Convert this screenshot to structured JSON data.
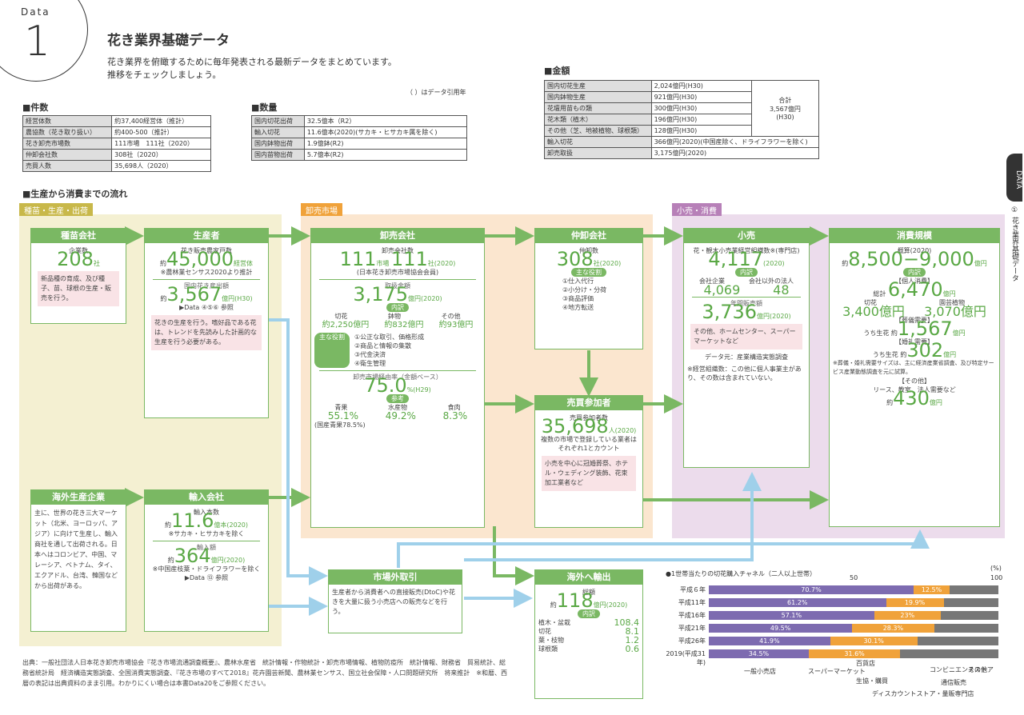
{
  "header": {
    "data_label": "Data",
    "data_number": "1",
    "title": "花き業界基礎データ",
    "intro1": "花き業界を俯瞰するために毎年発表される最新データをまとめています。",
    "intro2": "推移をチェックしましょう。",
    "note": "（ ）はデータ引用年"
  },
  "counts": {
    "title": "■件数",
    "rows": [
      [
        "経営体数",
        "約37,400経営体（推計）"
      ],
      [
        "農協数（花き取り扱い）",
        "約400-500（推計）"
      ],
      [
        "花き卸売市場数",
        "111市場　111社（2020）"
      ],
      [
        "仲卸会社数",
        "308社（2020）"
      ],
      [
        "売買人数",
        "35,698人（2020）"
      ]
    ]
  },
  "quantity": {
    "title": "■数量",
    "rows": [
      [
        "国内切花出荷",
        "32.5億本（R2）"
      ],
      [
        "輸入切花",
        "11.6億本(2020)(サカキ・ヒサカキ属を除く)"
      ],
      [
        "国内鉢物出荷",
        "1.9億鉢(R2)"
      ],
      [
        "国内苗物出荷",
        "5.7億本(R2)"
      ]
    ]
  },
  "amount": {
    "title": "■金額",
    "rows": [
      [
        "国内切花生産",
        "2,024億円(H30)"
      ],
      [
        "国内鉢物生産",
        "921億円(H30)"
      ],
      [
        "花壇用苗もの類",
        "300億円(H30)"
      ],
      [
        "花木類（植木）",
        "196億円(H30)"
      ],
      [
        "その他（芝、地被植物、球根類）",
        "128億円(H30)"
      ],
      [
        "輸入切花",
        "366億円(2020)(中国産除く、ドライフラワーを除く)"
      ],
      [
        "卸売取扱",
        "3,175億円(2020)"
      ]
    ],
    "total_label": "合計",
    "total_value": "3,567億円",
    "total_year": "(H30)"
  },
  "flow_title": "■生産から消費までの流れ",
  "stages": {
    "s1": "種苗・生産・出荷",
    "s2": "卸売市場",
    "s3": "小売・消費"
  },
  "boxes": {
    "seed": {
      "title": "種苗会社",
      "sub": "企業数",
      "num": "208",
      "unit": "社",
      "desc": "新品種の育成、及び種子、苗、球根の生産・販売を行う。"
    },
    "producer": {
      "title": "生産者",
      "sub": "花き販売農家戸数",
      "pre": "約",
      "num": "45,000",
      "unit": "経営体",
      "note": "※農林業センサス2020より推計",
      "sub2": "国内花き産出額",
      "pre2": "約",
      "num2": "3,567",
      "unit2": "億円(H30)",
      "ref": "▶Data ④⑤⑥ 参照",
      "desc": "花きの生産を行う。嗜好品である花は、トレンドを先読みした計画的な生産を行う必要がある。"
    },
    "wholesale": {
      "title": "卸売会社",
      "sub": "卸売会社数",
      "num": "111",
      "unit": "市場",
      "num_b": "111",
      "unit_b": "社(2020)",
      "note": "(日本花き卸売市場協会会員)",
      "sub2": "取扱金額",
      "num2": "3,175",
      "unit2": "億円(2020)",
      "inner": "内訳",
      "c1": "切花",
      "c2": "鉢物",
      "c3": "その他",
      "v1": "約2,250億円",
      "v2": "約832億円",
      "v3": "約93億円",
      "role": "主な役割",
      "roles": [
        "①公正な取引、価格形成",
        "②商品と情報の集散",
        "③代金決済",
        "④衛生管理"
      ],
      "sub3": "卸売市場経由率（金額ベース）",
      "num3": "75.0",
      "unit3": "%(H29)",
      "ref": "参考",
      "r1": "青果",
      "r2": "水産物",
      "r3": "食肉",
      "rv1": "55.1%",
      "rv2": "49.2%",
      "rv3": "8.3%",
      "rnote": "(国産青果78.5%)"
    },
    "middle": {
      "title": "仲卸会社",
      "sub": "仲卸数",
      "num": "308",
      "unit": "社(2020)",
      "role": "主な役割",
      "roles": [
        "①仕入代行",
        "②小分け・分荷",
        "③商品評価",
        "④地方転送"
      ]
    },
    "buyers": {
      "title": "売買参加者",
      "sub": "売買参加者数",
      "num": "35,698",
      "unit": "人(2020)",
      "note": "複数の市場で登録している業者はそれぞれ1とカウント",
      "desc": "小売を中心に冠婚葬祭、ホテル・ウェディング装飾、花束加工業者など"
    },
    "retail": {
      "title": "小売",
      "sub": "花・観木小売業経営組織数※(専門店)",
      "num": "4,117",
      "unit": "(2020)",
      "inner": "内訳",
      "c1": "会社企業",
      "c2": "会社以外の法人",
      "v1": "4,069",
      "v2": "48",
      "sub2": "年間販売額",
      "num2": "3,736",
      "unit2": "億円(2020)",
      "desc": "その他、ホームセンター、スーパーマーケットなど",
      "src": "データ元：産業構造実態調査",
      "note": "※経営組織数：この他に個人事業主があり、その数は含まれていない。"
    },
    "consume": {
      "title": "消費規模",
      "sub": "概算(2020)",
      "pre": "約",
      "num": "8,500−9,000",
      "unit": "億円",
      "inner": "内訳",
      "k1": "【個人消費】",
      "k1a": "総計",
      "k1v": "6,470",
      "k1u": "億円",
      "c1": "切花",
      "c2": "園芸植物",
      "v1": "3,400億円",
      "v2": "3,070億円",
      "k2": "【葬儀需要】",
      "k2a": "うち生花",
      "k2p": "約",
      "k2v": "1,567",
      "k2u": "億円",
      "k3": "【婚礼需要】",
      "k3a": "うち生花",
      "k3p": "約",
      "k3v": "302",
      "k3u": "億円",
      "k3note": "※葬儀・婚礼需要サイズは、主に経済産業省調査、及び特定サービス産業動態調査を元に試算。",
      "k4": "【その他】",
      "k4a": "リース、教室、法人需要など",
      "k4p": "約",
      "k4v": "430",
      "k4u": "億円"
    },
    "overseas": {
      "title": "海外生産企業",
      "desc": "主に、世界の花き三大マーケット（北米、ヨーロッパ、アジア）に向けて生産し、輸入商社を通して出荷される。日本へはコロンビア、中国、マレーシア、ベトナム、タイ、エクアドル、台湾、韓国などから出荷がある。"
    },
    "importer": {
      "title": "輸入会社",
      "sub": "輸入本数",
      "pre": "約",
      "num": "11.6",
      "unit": "億本(2020)",
      "note": "※サカキ・ヒサカキを除く",
      "sub2": "輸入額",
      "pre2": "約",
      "num2": "364",
      "unit2": "億円(2020)",
      "note2": "※中国産枝葉・ドライフラワーを除く",
      "ref": "▶Data ⑬ 参照"
    },
    "offmarket": {
      "title": "市場外取引",
      "desc": "生産者から消費者への直接販売(DtoC)や花きを大量に扱う小売店への販売などを行う。"
    },
    "export": {
      "title": "海外へ輸出",
      "sub": "総額",
      "pre": "約",
      "num": "118",
      "unit": "億円(2020)",
      "inner": "内訳",
      "c1": "植木・盆栽",
      "c2": "切花",
      "c3": "葉・枝物",
      "c4": "球根類",
      "v1": "108.4",
      "v2": "8.1",
      "v3": "1.2",
      "v4": "0.6",
      "u": "億円"
    }
  },
  "footer": "出典：一般社団法人日本花き卸売市場協会『花き市場流通調査概要』、農林水産省　統計情報・作物統計・卸売市場情報、植物防疫所　統計情報、財務省　貿易統計、総務省統計局　経済構造実態調査、全国消費実態調査、『花き市場のすべて2018』花卉園芸新聞、農林業センサス、国立社会保障・人口問題研究所　将来推計　※和暦、西暦の表記は出典資料のまま引用。わかりにくい場合は本書Data20をご参照ください。",
  "side": {
    "tab": "DATA",
    "text": "① 花き業界基礎データ"
  },
  "chart_data": {
    "type": "bar",
    "title": "●1世帯当たりの切花購入チャネル（二人以上世帯）",
    "unit": "(%)",
    "tick50": "50",
    "tick100": "100",
    "categories": [
      "平成６年",
      "平成11年",
      "平成16年",
      "平成21年",
      "平成26年",
      "2019(平成31年)"
    ],
    "series": [
      {
        "name": "一般小売店",
        "values": [
          70.7,
          61.2,
          57.1,
          49.5,
          41.9,
          34.5
        ],
        "color": "#7d6bb0"
      },
      {
        "name": "スーパーマーケット",
        "values": [
          12.5,
          19.9,
          23.0,
          28.3,
          30.1,
          31.6
        ],
        "color": "#f0a23a"
      }
    ],
    "legend": [
      "一般小売店",
      "スーパーマーケット",
      "百貨店",
      "生協・購買",
      "コンビニエンスストア",
      "ディスカウントストア・量販専門店",
      "通信販売",
      "その他"
    ],
    "xlim": [
      0,
      100
    ]
  }
}
